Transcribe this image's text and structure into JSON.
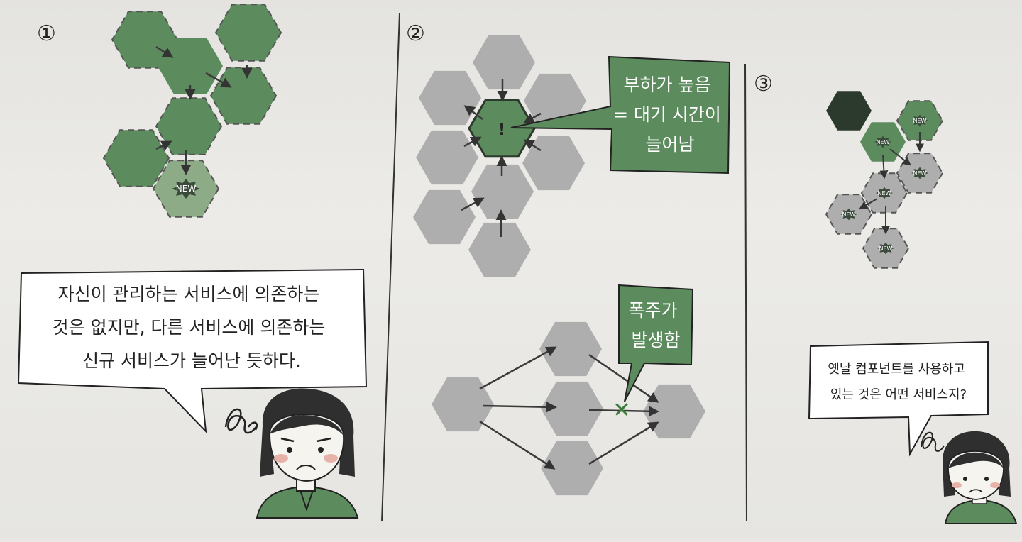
{
  "panels": [
    {
      "number": "①",
      "speech": [
        "자신이 관리하는 서비스에 의존하는",
        "것은 없지만, 다른 서비스에 의존하는",
        "신규 서비스가 늘어난 듯하다."
      ]
    },
    {
      "number": "②",
      "callout_load": [
        "부하가 높음",
        "= 대기 시간이",
        "늘어남"
      ],
      "callout_runaway": [
        "폭주가",
        "발생함"
      ],
      "warning_symbol": "!",
      "failure_symbol": "✕"
    },
    {
      "number": "③",
      "speech": [
        "옛날 컴포넌트를 사용하고",
        "있는 것은 어떤 서비스지?"
      ]
    }
  ],
  "badge_text": "NEW",
  "colors": {
    "dark_green": "#4a7a50",
    "mid_green": "#5c8b5e",
    "light_green": "#8cab86",
    "gray": "#aeaeae",
    "black_hex": "#2c3a2d",
    "arrow": "#3a3a3a"
  },
  "icons": [
    "warning-icon",
    "failure-x-icon",
    "sigh-squiggle-icon",
    "worried-woman"
  ]
}
